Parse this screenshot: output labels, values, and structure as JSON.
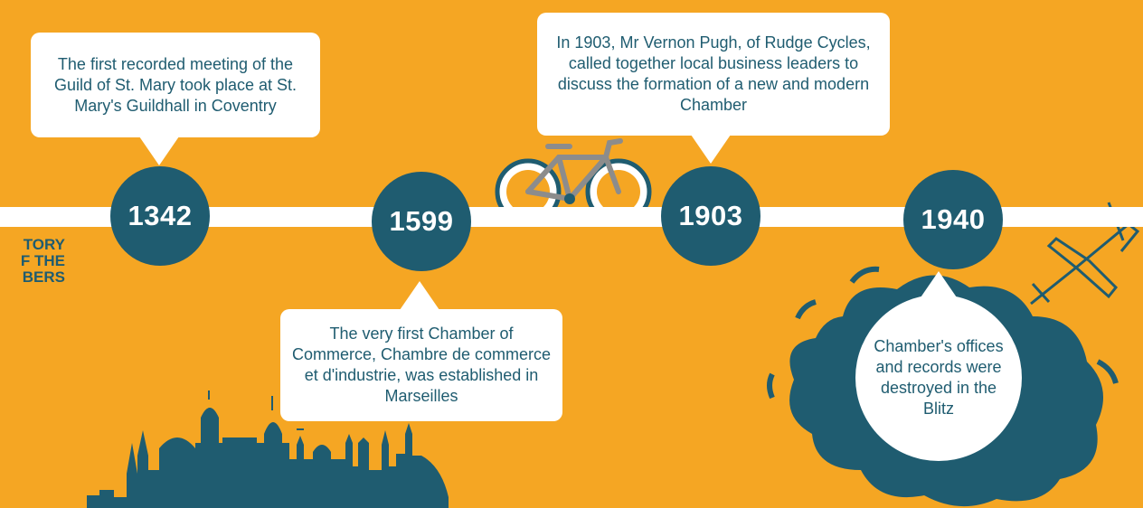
{
  "side_title": {
    "line1": "TORY",
    "line2": "F THE",
    "line3": "BERS"
  },
  "events": [
    {
      "year": "1342",
      "text": "The first recorded meeting of the Guild of St. Mary took place at St. Mary's Guildhall in Coventry"
    },
    {
      "year": "1599",
      "text": "The very first Chamber of Commerce, Chambre de commerce et d'industrie, was established in Marseilles"
    },
    {
      "year": "1903",
      "text": "In 1903, Mr Vernon Pugh, of Rudge Cycles, called together local business leaders to discuss the formation of a new and modern Chamber"
    },
    {
      "year": "1940",
      "text": "Chamber's offices and records were destroyed in the Blitz"
    }
  ],
  "colors": {
    "background": "#F5A623",
    "teal": "#1F5C70",
    "white": "#FFFFFF",
    "bike": "#8C8C8C"
  }
}
